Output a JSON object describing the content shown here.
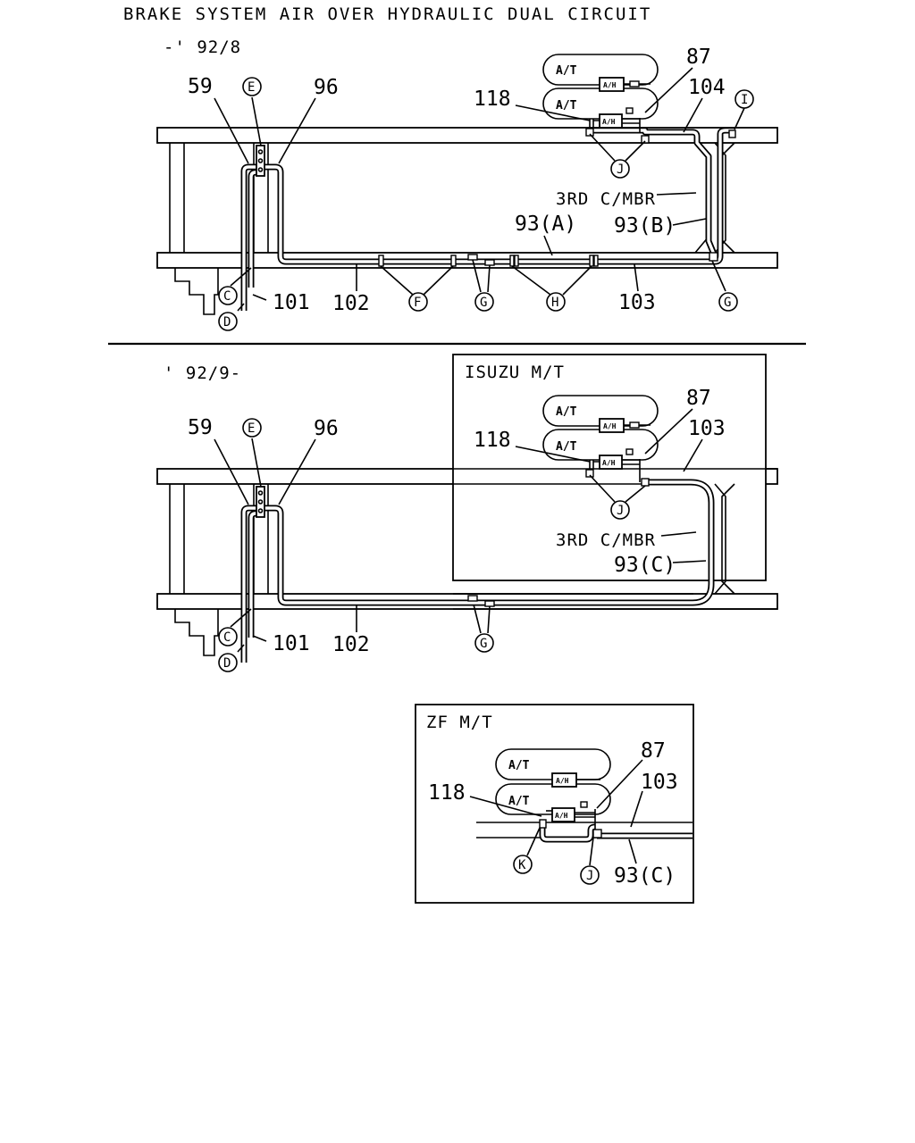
{
  "title": "BRAKE SYSTEM AIR OVER HYDRAULIC DUAL CIRCUIT",
  "sections": {
    "early": {
      "date_range": "-' 92/8",
      "part_numbers": {
        "p59": "59",
        "p96": "96",
        "p118": "118",
        "p87": "87",
        "p104": "104",
        "p101": "101",
        "p102": "102",
        "p103": "103",
        "p93a": "93(A)",
        "p93b": "93(B)"
      },
      "notes": {
        "crossmember": "3RD C/MBR"
      },
      "callouts": {
        "c": "C",
        "d": "D",
        "e": "E",
        "f": "F",
        "g1": "G",
        "g2": "G",
        "h": "H",
        "i": "I",
        "j": "J"
      }
    },
    "late": {
      "date_range": "' 92/9-",
      "part_numbers": {
        "p59": "59",
        "p96": "96",
        "p101": "101",
        "p102": "102"
      },
      "callouts": {
        "c": "C",
        "d": "D",
        "e": "E",
        "g": "G"
      }
    },
    "isuzu_inset": {
      "title": "ISUZU M/T",
      "part_numbers": {
        "p87": "87",
        "p118": "118",
        "p103": "103",
        "p93c": "93(C)"
      },
      "notes": {
        "crossmember": "3RD C/MBR"
      },
      "callouts": {
        "j": "J"
      }
    },
    "zf_inset": {
      "title": "ZF M/T",
      "part_numbers": {
        "p87": "87",
        "p118": "118",
        "p103": "103",
        "p93c": "93(C)"
      },
      "callouts": {
        "k": "K",
        "j": "J"
      }
    }
  },
  "component_labels": {
    "tank": "A/T",
    "valve": "A/H"
  },
  "colors": {
    "line": "#000000",
    "background": "#ffffff"
  }
}
